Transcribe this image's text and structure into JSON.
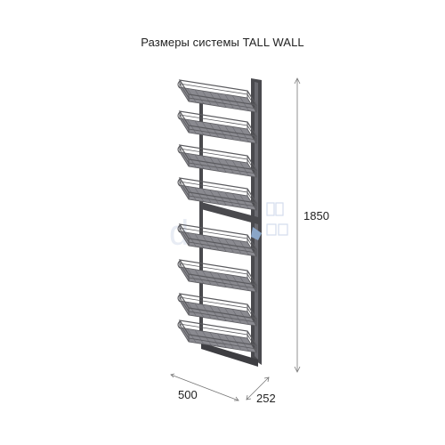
{
  "title": "Размеры системы TALL WALL",
  "dimensions": {
    "height": "1850",
    "width": "500",
    "depth": "252"
  },
  "shelf_count": 8,
  "colors": {
    "frame": "#4a4a4e",
    "basket": "#5a5a5e",
    "basket_floor": "#8a8a90",
    "dim_line": "#666666",
    "watermark": "#dbe3f0"
  }
}
